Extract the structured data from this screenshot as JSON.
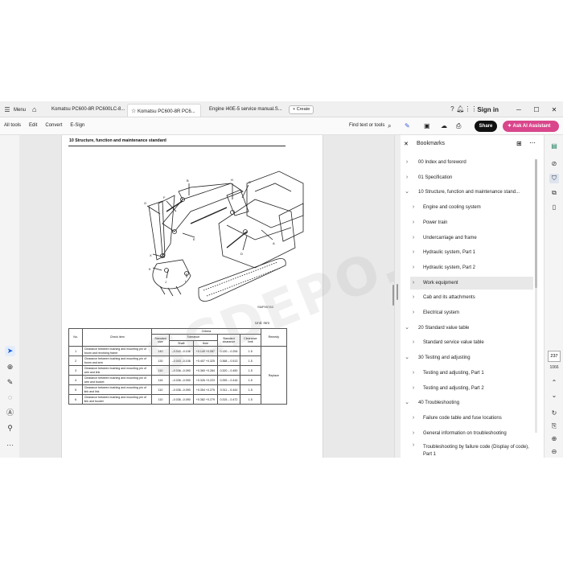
{
  "tabbar": {
    "menu_label": "Menu",
    "tabs": [
      {
        "label": "Komatsu PC600-8R PC600LC-8..."
      },
      {
        "label": "Komatsu PC600-8R PC6..."
      },
      {
        "label": "Engine I40E-5 service manual.S..."
      }
    ],
    "new_tab_label": "+ Create",
    "sign_in_label": "Sign in"
  },
  "toolbar": {
    "items": [
      "All tools",
      "Edit",
      "Convert",
      "E-Sign"
    ],
    "find_label": "Find text or tools",
    "share_label": "Share",
    "ai_label": "Ask AI Assistant"
  },
  "document": {
    "section_title": "10 Structure, function and maintenance standard",
    "figure_code": "SMP05783",
    "unit_label": "Unit: mm",
    "callouts": [
      "A",
      "B",
      "C",
      "D",
      "E",
      "F",
      "G",
      "H",
      "J",
      "K",
      "L",
      "X"
    ],
    "table": {
      "h_no": "No.",
      "h_check": "Check item",
      "h_criteria": "Criteria",
      "h_remedy": "Remedy",
      "h_std_size": "Standard size",
      "h_tolerance": "Tolerance",
      "h_shaft": "Shaft",
      "h_hole": "Hole",
      "h_std_clear": "Standard clearance",
      "h_clear_limit": "Clearance limit",
      "remedy": "Replace",
      "rows": [
        {
          "no": "1",
          "item": "Clearance between bushing and mounting pin of boom and revolving frame",
          "size": "140",
          "shaft": "–0.043 –0.106",
          "hole": "+0.149 +0.087",
          "std": "0.130 – 0.254",
          "limit": "1.5"
        },
        {
          "no": "2",
          "item": "Clearance between bushing and mounting pin of boom and arm",
          "size": "130",
          "shaft": "–0.043 –0.106",
          "hole": "+0.407 +0.325",
          "std": "0.368 – 0.513",
          "limit": "1.5"
        },
        {
          "no": "3",
          "item": "Clearance between bushing and mounting pin of arm and link",
          "size": "110",
          "shaft": "–0.036 –0.090",
          "hole": "+0.360 +0.284",
          "std": "0.320 – 0.450",
          "limit": "1.5"
        },
        {
          "no": "4",
          "item": "Clearance between bushing and mounting pin of arm and bucket",
          "size": "115",
          "shaft": "–0.036 –0.090",
          "hole": "+0.326 +0.223",
          "std": "0.259 – 0.416",
          "limit": "1.5"
        },
        {
          "no": "5",
          "item": "Clearance between bushing and mounting pin of link and link",
          "size": "110",
          "shaft": "–0.036 –0.090",
          "hole": "+0.354 +0.275",
          "std": "0.311 – 0.444",
          "limit": "1.5"
        },
        {
          "no": "6",
          "item": "Clearance between bushing and mounting pin of link and bucket",
          "size": "110",
          "shaft": "–0.036 –0.090",
          "hole": "+0.382 +0.279",
          "std": "0.315 – 0.472",
          "limit": "1.5"
        }
      ]
    }
  },
  "watermark": "SCDEPO.COM",
  "bookmarks": {
    "title": "Bookmarks",
    "items": [
      {
        "label": "00 Index and foreword",
        "expanded": false,
        "level": 0
      },
      {
        "label": "01 Specification",
        "expanded": false,
        "level": 0
      },
      {
        "label": "10 Structure, function and maintenance stand...",
        "expanded": true,
        "level": 0
      },
      {
        "label": "Engine and cooling system",
        "expanded": false,
        "level": 1
      },
      {
        "label": "Power train",
        "expanded": false,
        "level": 1
      },
      {
        "label": "Undercarriage and frame",
        "expanded": false,
        "level": 1
      },
      {
        "label": "Hydraulic system, Part 1",
        "expanded": false,
        "level": 1
      },
      {
        "label": "Hydraulic system, Part 2",
        "expanded": false,
        "level": 1
      },
      {
        "label": "Work equipment",
        "expanded": false,
        "level": 1,
        "selected": true
      },
      {
        "label": "Cab and its attachments",
        "expanded": false,
        "level": 1
      },
      {
        "label": "Electrical system",
        "expanded": false,
        "level": 1
      },
      {
        "label": "20 Standard value table",
        "expanded": true,
        "level": 0
      },
      {
        "label": "Standard service value table",
        "expanded": false,
        "level": 1
      },
      {
        "label": "30 Testing and adjusting",
        "expanded": true,
        "level": 0
      },
      {
        "label": "Testing and adjusting, Part 1",
        "expanded": false,
        "level": 1
      },
      {
        "label": "Testing and adjusting, Part 2",
        "expanded": false,
        "level": 1
      },
      {
        "label": "40 Troubleshooting",
        "expanded": true,
        "level": 0
      },
      {
        "label": "Failure code table and fuse locations",
        "expanded": false,
        "level": 1
      },
      {
        "label": "General information on troubleshooting",
        "expanded": false,
        "level": 1
      },
      {
        "label": "Troubleshooting by failure code (Display of code), Part 1",
        "expanded": false,
        "level": 1
      }
    ]
  },
  "pager": {
    "current": "237",
    "total": "1066"
  }
}
